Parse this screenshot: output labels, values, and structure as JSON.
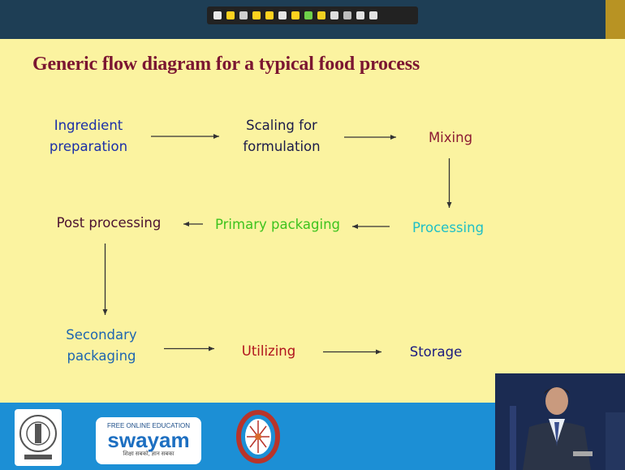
{
  "slide": {
    "title": "Generic flow diagram for a typical food process"
  },
  "nodes": [
    {
      "id": "ingredient_preparation",
      "label": "Ingredient\npreparation",
      "color": "#1b2fa8"
    },
    {
      "id": "scaling_formulation",
      "label": "Scaling for\nformulation",
      "color": "#1b1b4a"
    },
    {
      "id": "mixing",
      "label": "Mixing",
      "color": "#8b1a33"
    },
    {
      "id": "processing",
      "label": "Processing",
      "color": "#1fbfc6"
    },
    {
      "id": "primary_packaging",
      "label": "Primary packaging",
      "color": "#3ec31e"
    },
    {
      "id": "post_processing",
      "label": "Post  processing",
      "color": "#4a1030"
    },
    {
      "id": "secondary_packaging",
      "label": "Secondary\npackaging",
      "color": "#1f66b0"
    },
    {
      "id": "utilizing",
      "label": "Utilizing",
      "color": "#b0121c"
    },
    {
      "id": "storage",
      "label": "Storage",
      "color": "#1b1b80"
    }
  ],
  "edges": [
    {
      "from": "ingredient_preparation",
      "to": "scaling_formulation"
    },
    {
      "from": "scaling_formulation",
      "to": "mixing"
    },
    {
      "from": "mixing",
      "to": "processing"
    },
    {
      "from": "processing",
      "to": "primary_packaging"
    },
    {
      "from": "primary_packaging",
      "to": "post_processing"
    },
    {
      "from": "post_processing",
      "to": "secondary_packaging"
    },
    {
      "from": "secondary_packaging",
      "to": "utilizing"
    },
    {
      "from": "utilizing",
      "to": "storage"
    }
  ],
  "footer": {
    "swayam_tagline": "FREE ONLINE EDUCATION",
    "swayam_name": "swayam",
    "swayam_motto": "शिक्षा सबको, ज्ञान सबका"
  },
  "colors": {
    "slide_bg": "#fbf3a0",
    "header_bar": "#1e3e55",
    "footer_bar": "#1c8fd5",
    "accent_gold": "#b89323",
    "title": "#7b1631"
  },
  "toolbar": {
    "icons": [
      "pointer-icon",
      "pen-icon",
      "highlighter-icon",
      "pen-icon",
      "pen-icon",
      "eraser-icon",
      "pen-icon",
      "marker-icon",
      "pen-icon",
      "laser-icon",
      "line-icon",
      "grid-icon",
      "settings-icon"
    ]
  }
}
